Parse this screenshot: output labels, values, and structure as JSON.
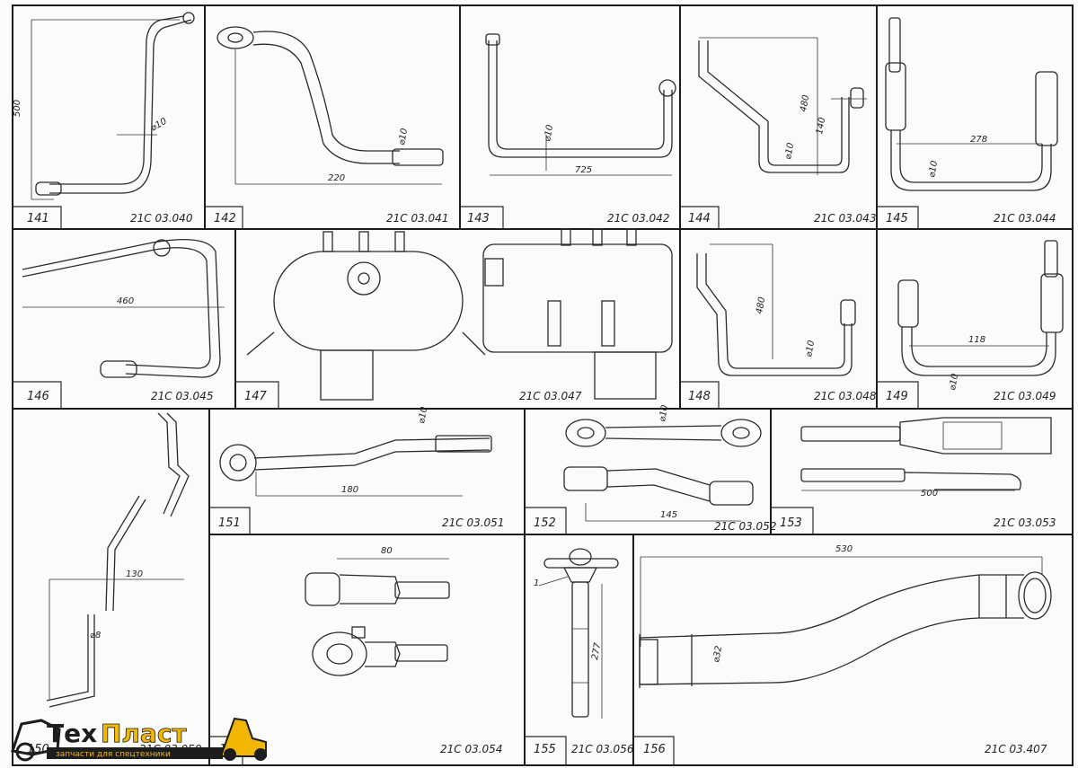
{
  "parts": [
    {
      "num": "141",
      "code": "21С 03.040",
      "dims": [
        "500",
        "⌀10"
      ]
    },
    {
      "num": "142",
      "code": "21С 03.041",
      "dims": [
        "220",
        "⌀10"
      ]
    },
    {
      "num": "143",
      "code": "21С 03.042",
      "dims": [
        "725",
        "⌀10"
      ]
    },
    {
      "num": "144",
      "code": "21С 03.043",
      "dims": [
        "480",
        "140",
        "⌀10"
      ]
    },
    {
      "num": "145",
      "code": "21С 03.044",
      "dims": [
        "278",
        "⌀10"
      ]
    },
    {
      "num": "146",
      "code": "21С 03.045",
      "dims": [
        "460"
      ]
    },
    {
      "num": "147",
      "code": "21С 03.047",
      "dims": []
    },
    {
      "num": "148",
      "code": "21С 03.048",
      "dims": [
        "480",
        "⌀10"
      ]
    },
    {
      "num": "149",
      "code": "21С 03.049",
      "dims": [
        "118",
        "⌀10"
      ]
    },
    {
      "num": "150",
      "code": "21С 03.050",
      "dims": [
        "130",
        "⌀8"
      ]
    },
    {
      "num": "151",
      "code": "21С 03.051",
      "dims": [
        "180",
        "⌀10"
      ]
    },
    {
      "num": "152",
      "code": "21С 03.052",
      "dims": [
        "145",
        "⌀10"
      ]
    },
    {
      "num": "153",
      "code": "21С 03.053",
      "dims": [
        "500"
      ]
    },
    {
      "num": "154",
      "code": "21С 03.054",
      "dims": [
        "80"
      ]
    },
    {
      "num": "155",
      "code": "21С 03.056",
      "dims": [
        "277",
        "1"
      ]
    },
    {
      "num": "156",
      "code": "21С 03.407",
      "dims": [
        "530",
        "⌀32"
      ]
    }
  ],
  "logo": {
    "brand_a": "Тех",
    "brand_b": "Пласт",
    "tagline": "запчасти для спецтехники"
  },
  "colors": {
    "line": "#2a2a2a",
    "logo_gold": "#f2b705",
    "logo_dark": "#1d1d1d",
    "logo_orange": "#e07a10"
  }
}
